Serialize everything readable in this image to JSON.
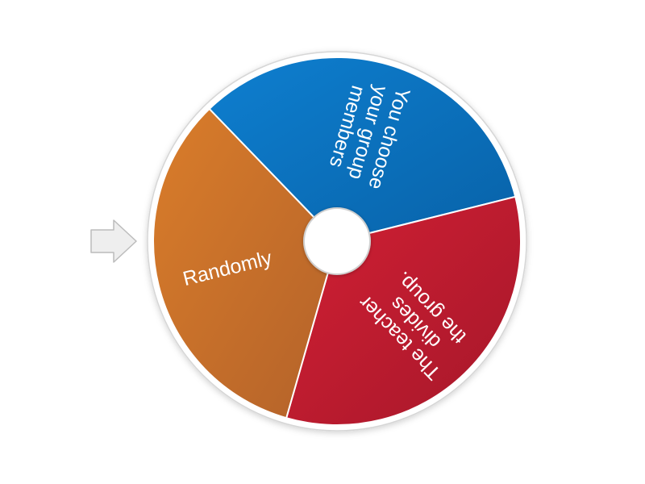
{
  "wheel": {
    "segments": [
      {
        "id": "you-choose",
        "lines": [
          "You choose",
          "your group",
          "members"
        ],
        "color_light": "#0e7fd0",
        "color_dark": "#0862a8",
        "mark_colors": [
          "#0e7fd0",
          "#0862a8"
        ]
      },
      {
        "id": "teacher-divides",
        "lines": [
          "The teacher",
          "divides",
          "the group."
        ],
        "color_light": "#d32034",
        "color_dark": "#a5172a",
        "mark_colors": [
          "#d32034",
          "#a5172a"
        ]
      },
      {
        "id": "randomly",
        "lines": [
          "Randomly"
        ],
        "color_light": "#da7d2a",
        "color_dark": "#b3622a",
        "mark_colors": [
          "#da7d2a",
          "#b3622a"
        ]
      }
    ],
    "rim_color": "#ffffff",
    "rim_border_color": "#d6d6d6",
    "hub_fill_color": "#ffffff",
    "hub_border_color": "#cfcfcf",
    "divider_color": "#ffffff"
  },
  "pointer": {
    "icon": "right-arrow-icon",
    "fill_color": "#eeeeee",
    "stroke_color": "#bcbcbc"
  }
}
